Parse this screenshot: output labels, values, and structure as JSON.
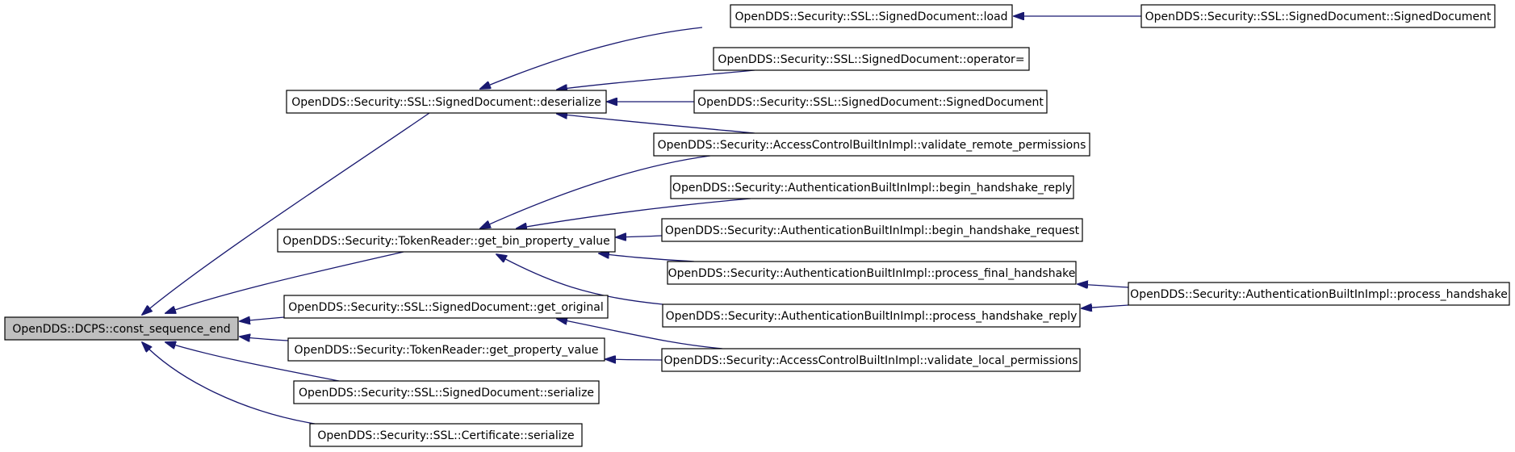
{
  "graph": {
    "edge_color": "#191970",
    "root_fill": "#bfbfbf",
    "nodes": [
      {
        "id": "n0",
        "label": "OpenDDS::DCPS::const_sequence_end",
        "root": true
      },
      {
        "id": "n1",
        "label": "OpenDDS::Security::SSL::SignedDocument::deserialize"
      },
      {
        "id": "n2",
        "label": "OpenDDS::Security::TokenReader::get_bin_property_value"
      },
      {
        "id": "n3",
        "label": "OpenDDS::Security::SSL::SignedDocument::get_original"
      },
      {
        "id": "n4",
        "label": "OpenDDS::Security::TokenReader::get_property_value"
      },
      {
        "id": "n5",
        "label": "OpenDDS::Security::SSL::SignedDocument::serialize"
      },
      {
        "id": "n6",
        "label": "OpenDDS::Security::SSL::Certificate::serialize"
      },
      {
        "id": "n7",
        "label": "OpenDDS::Security::SSL::SignedDocument::load"
      },
      {
        "id": "n8",
        "label": "OpenDDS::Security::SSL::SignedDocument::operator="
      },
      {
        "id": "n9",
        "label": "OpenDDS::Security::SSL::SignedDocument::SignedDocument"
      },
      {
        "id": "n10",
        "label": "OpenDDS::Security::AccessControlBuiltInImpl::validate_remote_permissions"
      },
      {
        "id": "n11",
        "label": "OpenDDS::Security::SSL::SignedDocument::SignedDocument"
      },
      {
        "id": "n12",
        "label": "OpenDDS::Security::AuthenticationBuiltInImpl::begin_handshake_reply"
      },
      {
        "id": "n13",
        "label": "OpenDDS::Security::AuthenticationBuiltInImpl::begin_handshake_request"
      },
      {
        "id": "n14",
        "label": "OpenDDS::Security::AuthenticationBuiltInImpl::process_final_handshake"
      },
      {
        "id": "n15",
        "label": "OpenDDS::Security::AuthenticationBuiltInImpl::process_handshake_reply"
      },
      {
        "id": "n16",
        "label": "OpenDDS::Security::AccessControlBuiltInImpl::validate_local_permissions"
      },
      {
        "id": "n17",
        "label": "OpenDDS::Security::AuthenticationBuiltInImpl::process_handshake"
      }
    ],
    "edges": [
      {
        "from": "n1",
        "to": "n0"
      },
      {
        "from": "n2",
        "to": "n0"
      },
      {
        "from": "n3",
        "to": "n0"
      },
      {
        "from": "n4",
        "to": "n0"
      },
      {
        "from": "n5",
        "to": "n0"
      },
      {
        "from": "n6",
        "to": "n0"
      },
      {
        "from": "n7",
        "to": "n1"
      },
      {
        "from": "n8",
        "to": "n1"
      },
      {
        "from": "n9",
        "to": "n1"
      },
      {
        "from": "n10",
        "to": "n1"
      },
      {
        "from": "n11",
        "to": "n7"
      },
      {
        "from": "n10",
        "to": "n2"
      },
      {
        "from": "n12",
        "to": "n2"
      },
      {
        "from": "n13",
        "to": "n2"
      },
      {
        "from": "n14",
        "to": "n2"
      },
      {
        "from": "n15",
        "to": "n2"
      },
      {
        "from": "n16",
        "to": "n3"
      },
      {
        "from": "n16",
        "to": "n4"
      },
      {
        "from": "n17",
        "to": "n14"
      },
      {
        "from": "n17",
        "to": "n15"
      }
    ]
  }
}
